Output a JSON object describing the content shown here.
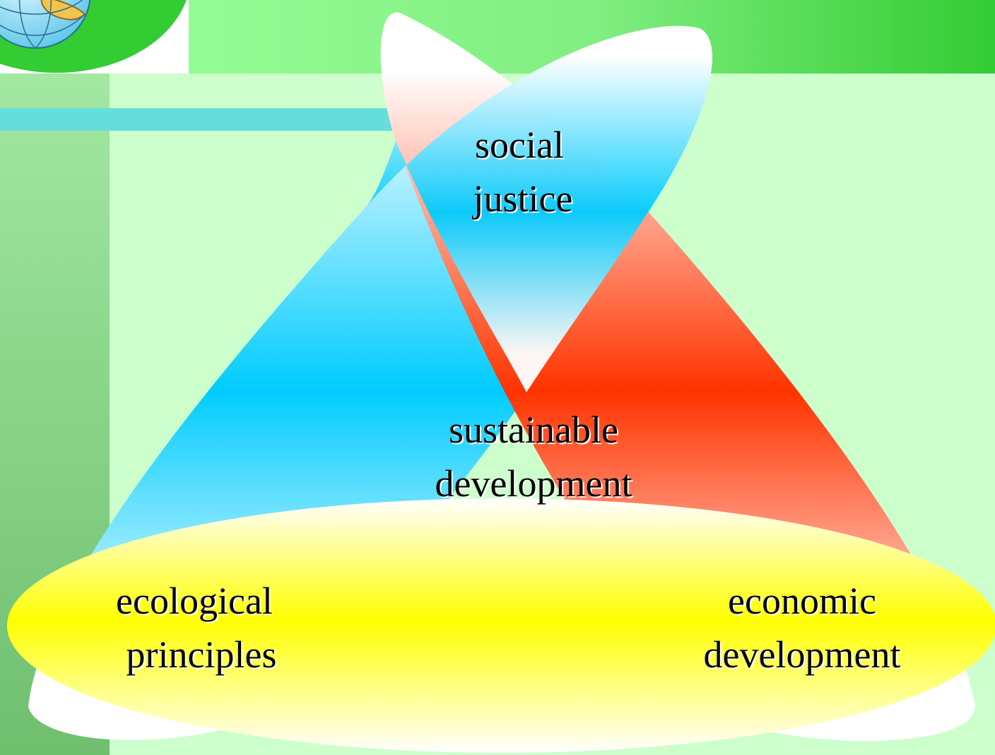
{
  "colors": {
    "background": "#ccffcc",
    "header_light": "#99ff99",
    "header_dark": "#33cc33",
    "side_bar": "#99dd99",
    "accent_stripe": "#66dddd",
    "social_lobe": "#00ccff",
    "economic_lobe": "#ff3300",
    "ecological_lobe": "#ffff00"
  },
  "diagram": {
    "social": {
      "line1": "social",
      "line2": "justice"
    },
    "center": {
      "line1": "sustainable",
      "line2": "development"
    },
    "ecological": {
      "line1": "ecological",
      "line2": "principles"
    },
    "economic": {
      "line1": "economic",
      "line2": "development"
    }
  },
  "logo": {
    "icon": "globe-icon"
  }
}
